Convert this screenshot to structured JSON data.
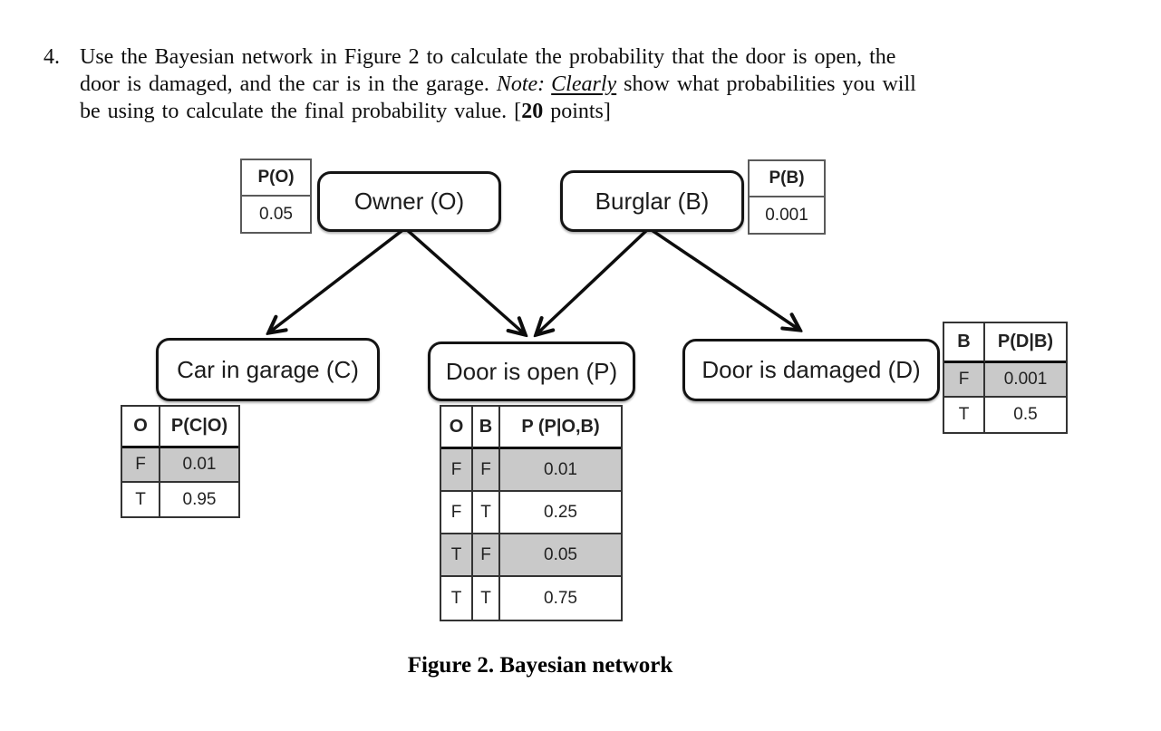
{
  "question": {
    "number": "4.",
    "line1": "Use the Bayesian network in Figure 2 to calculate the probability that the door is open, the",
    "line2_pre": "door is damaged, and the car is in the garage. ",
    "line2_note": "Note:",
    "line2_clearly": "Clearly",
    "line2_post": " show what probabilities you will",
    "line3_pre": "be using to calculate the final probability value. [",
    "line3_points": "20",
    "line3_post": " points]"
  },
  "nodes": {
    "owner": "Owner (O)",
    "burglar": "Burglar (B)",
    "car_in_garage": "Car in garage (C)",
    "door_open": "Door is open (P)",
    "door_damaged": "Door is damaged (D)"
  },
  "tables": {
    "p_o": {
      "header": "P(O)",
      "value": "0.05"
    },
    "p_b": {
      "header": "P(B)",
      "value": "0.001"
    },
    "p_c_o": {
      "headers": [
        "O",
        "P(C|O)"
      ],
      "rows": [
        [
          "F",
          "0.01"
        ],
        [
          "T",
          "0.95"
        ]
      ]
    },
    "p_p_ob": {
      "headers": [
        "O",
        "B",
        "P (P|O,B)"
      ],
      "rows": [
        [
          "F",
          "F",
          "0.01"
        ],
        [
          "F",
          "T",
          "0.25"
        ],
        [
          "T",
          "F",
          "0.05"
        ],
        [
          "T",
          "T",
          "0.75"
        ]
      ]
    },
    "p_d_b": {
      "headers": [
        "B",
        "P(D|B)"
      ],
      "rows": [
        [
          "F",
          "0.001"
        ],
        [
          "T",
          "0.5"
        ]
      ]
    }
  },
  "caption": "Figure 2. Bayesian network",
  "colors": {
    "shaded_row": "#c9c9c9",
    "ink": "#141414"
  }
}
